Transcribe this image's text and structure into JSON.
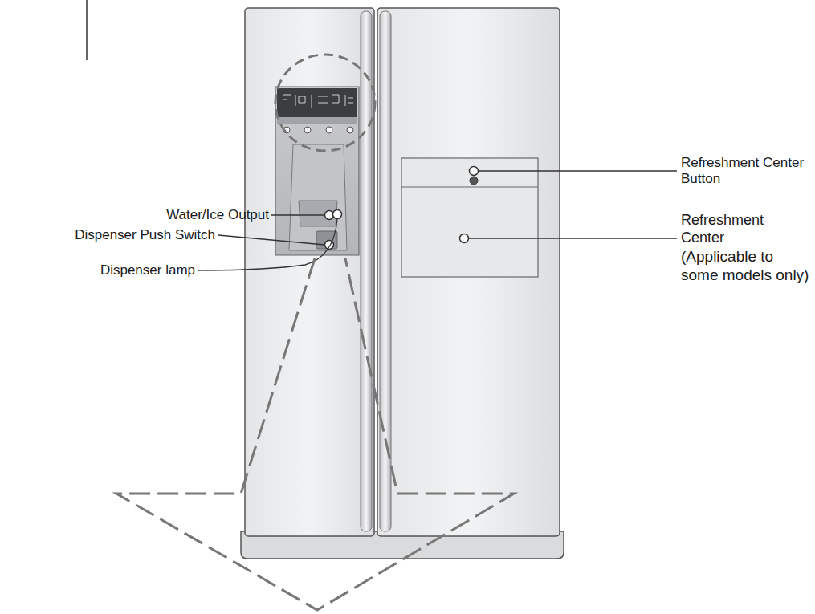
{
  "diagram": {
    "labels": [
      "Water/Ice Output",
      "Dispenser Push Switch",
      "Dispenser lamp",
      "Refreshment Center Button",
      "Refreshment Center",
      "(Applicable to some models only)"
    ]
  }
}
